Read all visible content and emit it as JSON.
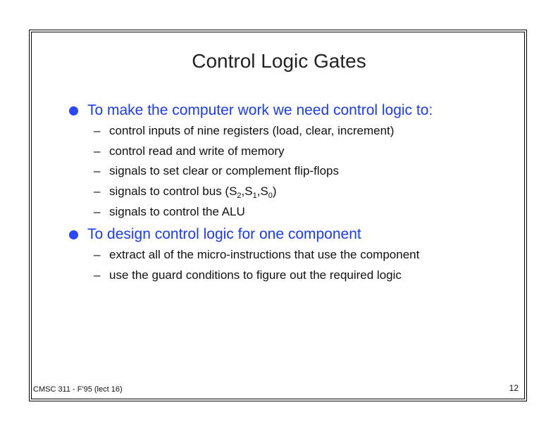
{
  "slide": {
    "title": "Control Logic Gates",
    "bullets": [
      {
        "text": "To make the computer work we need control logic to:",
        "items": [
          {
            "text": "control inputs of nine registers (load, clear, increment)"
          },
          {
            "text": "control read and write of memory"
          },
          {
            "text": "signals to set clear or complement flip-flops"
          },
          {
            "text_prefix": "signals to control bus (S",
            "sub1": "2",
            "mid1": ",S",
            "sub2": "1",
            "mid2": ",S",
            "sub3": "0",
            "text_suffix": ")"
          },
          {
            "text": "signals to control the ALU"
          }
        ]
      },
      {
        "text": "To design control logic for one component",
        "items": [
          {
            "text": "extract all of the micro-instructions that use the component"
          },
          {
            "text": "use the guard conditions to figure out the required logic"
          }
        ]
      }
    ],
    "dash_char": "–",
    "footer_left": "CMSC 311 - F'95 (lect 16)",
    "page_number": "12"
  },
  "colors": {
    "bullet_text": "#1a3cf5",
    "bullet_dot": "#2a48ff",
    "frame": "#000000"
  }
}
